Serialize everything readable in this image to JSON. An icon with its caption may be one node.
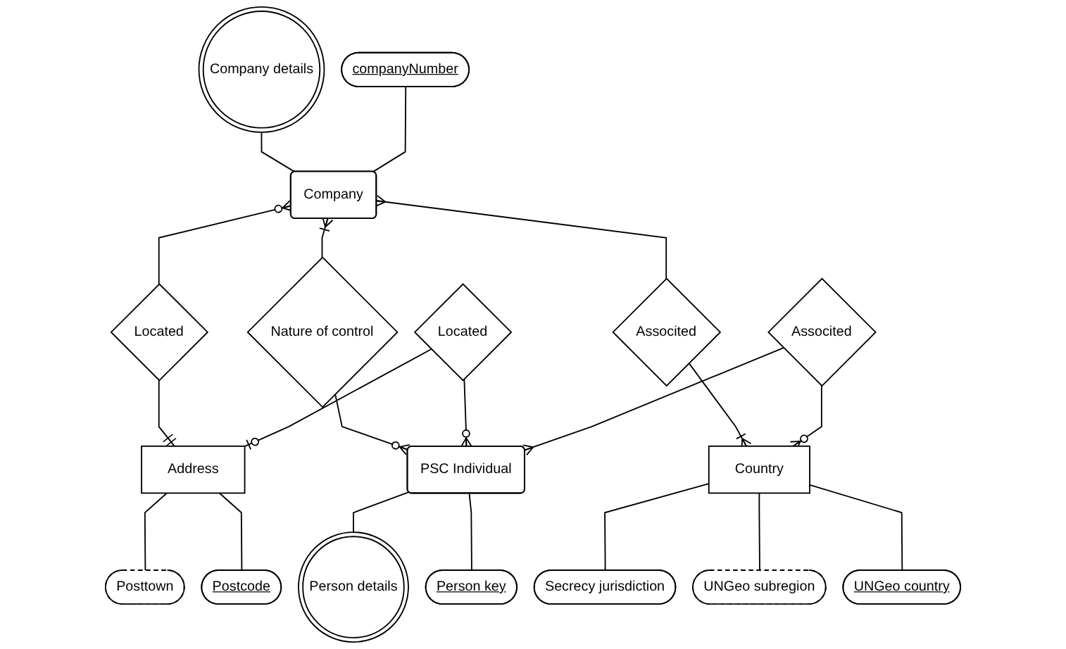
{
  "diagram": {
    "nodes": [
      {
        "text": [
          "Company details"
        ]
      },
      {
        "text": [
          "companyNumber"
        ]
      },
      {
        "text": [
          "Associted"
        ]
      },
      {
        "text": [
          "Located"
        ]
      },
      {
        "text": [
          "Country"
        ]
      },
      {
        "text": [
          "Company"
        ]
      },
      {
        "text": [
          "Address"
        ]
      },
      {
        "text": [
          "UNGeo country"
        ]
      },
      {
        "text": [
          "UNGeo subregion"
        ]
      },
      {
        "text": [
          "Postcode"
        ]
      },
      {
        "text": [
          "Nature of control"
        ]
      },
      {
        "text": [
          "Posttown"
        ]
      },
      {
        "text": [
          "Secrecy jurisdiction"
        ]
      },
      {
        "text": [
          "PSC Individual"
        ]
      },
      {
        "text": [
          "Located"
        ]
      },
      {
        "text": [
          "Person key"
        ]
      },
      {
        "text": [
          "Associted"
        ]
      },
      {
        "text": [
          "Person details"
        ]
      }
    ],
    "edges": [
      {
        "from": 5,
        "to": 2,
        "arrow": "other"
      },
      {
        "from": 2,
        "to": 4,
        "arrow": "other"
      },
      {
        "from": 5,
        "to": 3,
        "arrow": "other"
      },
      {
        "from": 3,
        "to": 6,
        "arrow": "other"
      },
      {
        "from": 5,
        "to": 10,
        "arrow": "other"
      },
      {
        "from": 10,
        "to": 13,
        "arrow": "other"
      },
      {
        "from": 14,
        "to": 13,
        "arrow": "other"
      },
      {
        "from": 14,
        "to": 6,
        "arrow": "other"
      },
      {
        "from": 16,
        "to": 4,
        "arrow": "other"
      },
      {
        "from": 16,
        "to": 13,
        "arrow": "other"
      },
      {
        "from": 0,
        "to": 5,
        "arrow": "none"
      },
      {
        "from": 1,
        "to": 5,
        "arrow": "none"
      },
      {
        "from": 4,
        "to": 7,
        "arrow": "none"
      },
      {
        "from": 4,
        "to": 8,
        "arrow": "none"
      },
      {
        "from": 4,
        "to": 12,
        "arrow": "none"
      },
      {
        "from": 6,
        "to": 9,
        "arrow": "none"
      },
      {
        "from": 6,
        "to": 11,
        "arrow": "none"
      },
      {
        "from": 13,
        "to": 15,
        "arrow": "none"
      },
      {
        "from": 13,
        "to": 17,
        "arrow": "none"
      }
    ]
  }
}
